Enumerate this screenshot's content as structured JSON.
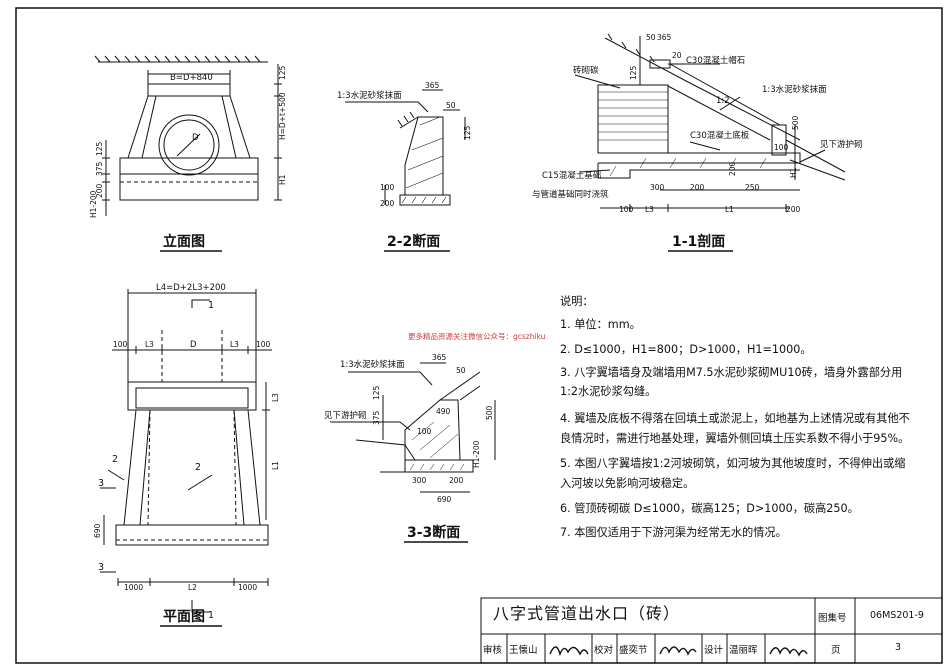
{
  "captions": {
    "elevation": "立面图",
    "section22": "2-2断面",
    "section11": "1-1剖面",
    "plan": "平面图",
    "section33": "3-3断面"
  },
  "elevation_dims": {
    "width": "B=D+840",
    "top": "125",
    "h_total": "H=D+t+500",
    "h1": "H1",
    "left_375": "375",
    "left_125": "125",
    "left_200": "200",
    "left_h1": "H1-200",
    "d": "D"
  },
  "section22_dims": {
    "mortar": "1:3水泥砂浆抹面",
    "d365": "365",
    "d50": "50",
    "d125": "125",
    "d100": "100",
    "d200": "200"
  },
  "section11_dims": {
    "d50": "50",
    "d365": "365",
    "d20": "20",
    "d125": "125",
    "brick_cap": "砖砌碳",
    "c30_cap": "C30混凝土帽石",
    "slope": "1:2",
    "mortar": "1:3水泥砂浆抹面",
    "c30_base": "C30混凝土底板",
    "d500": "500",
    "d200": "200",
    "d100": "100",
    "see_protect": "见下游护砌",
    "c15": "C15混凝土基础",
    "pour": "与管道基础同时浇筑",
    "d300": "300",
    "d200b": "200",
    "d250": "250",
    "h1": "H1",
    "d100b": "100",
    "l3": "L3",
    "l1": "L1",
    "d200c": "200"
  },
  "plan_dims": {
    "l4": "L4=D+2L3+200",
    "mark1": "1",
    "d100l": "100",
    "l3l": "L3",
    "d": "D",
    "l3r": "L3",
    "d100r": "100",
    "l3v": "L3",
    "l1v": "L1",
    "mark2": "2",
    "mark3": "3",
    "d690": "690",
    "d1000l": "1000",
    "l2": "L2",
    "d1000r": "1000"
  },
  "section33_dims": {
    "mortar": "1:3水泥砂浆抹面",
    "d365": "365",
    "d50": "50",
    "see_protect": "见下游护砌",
    "d375": "375",
    "d125": "125",
    "d490": "490",
    "d100": "100",
    "d500": "500",
    "h1": "H1-200",
    "d300": "300",
    "d200": "200",
    "d690": "690"
  },
  "watermark": "更多精品资源关注微信公众号：gcszhiku",
  "notes": {
    "heading": "说明：",
    "lines": [
      "1. 单位：mm。",
      "2. D≤1000，H1=800；D>1000，H1=1000。",
      "3. 八字翼墙墙身及端墙用M7.5水泥砂浆砌MU10砖，墙身外露部分用",
      "   1:2水泥砂浆勾缝。",
      "4. 翼墙及底板不得落在回填土或淤泥上，如地基为上述情况或有其他不",
      "   良情况时，需进行地基处理，翼墙外侧回填土压实系数不得小于95%。",
      "5. 本图八字翼墙按1:2河坡砌筑，如河坡为其他坡度时，不得伸出或缩",
      "   入河坡以免影响河坡稳定。",
      "6. 管顶砖砌碳 D≤1000，碳高125；D>1000，碳高250。",
      "7. 本图仅适用于下游河渠为经常无水的情况。"
    ]
  },
  "title_block": {
    "title": "八字式管道出水口（砖）",
    "atlas_label": "图集号",
    "atlas_no": "06MS201-9",
    "review_label": "审核",
    "review_name": "王懐山",
    "check_label": "校对",
    "check_name": "盛奕节",
    "design_label": "设计",
    "design_name": "温丽晖",
    "page_label": "页",
    "page_no": "3"
  }
}
